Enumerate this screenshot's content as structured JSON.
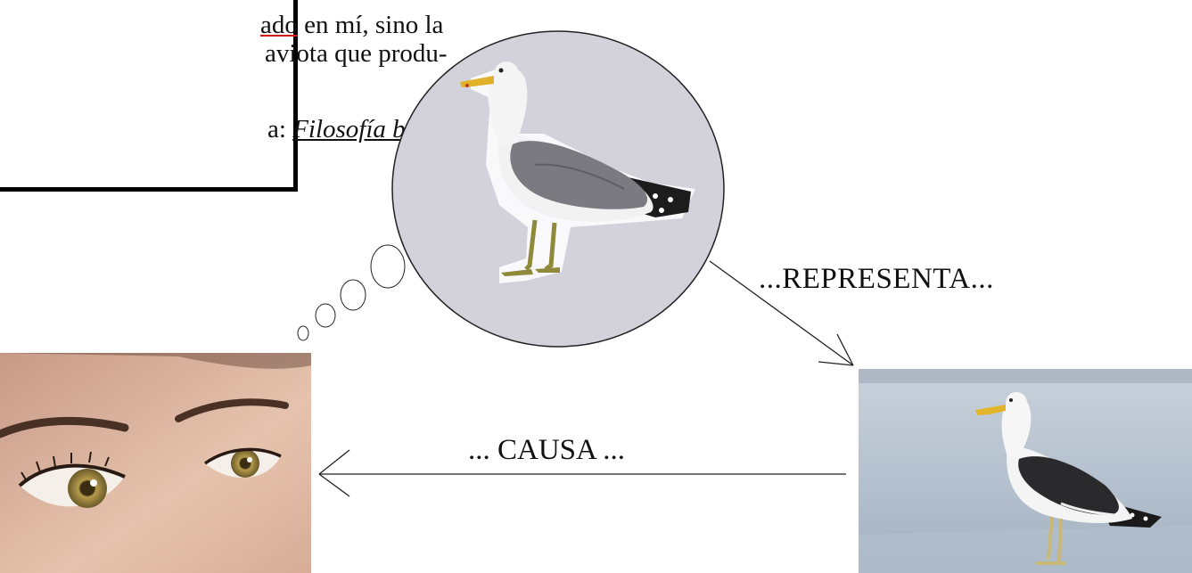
{
  "quote": {
    "line1_underlined": "ado",
    "line1_rest": " en mí, sino la",
    "line2": "aviota que produ-",
    "line3_prefix": "a: ",
    "line3_book": "Filosofía básica"
  },
  "labels": {
    "representa": "...REPRESENTA...",
    "causa": "... CAUSA ..."
  },
  "colors": {
    "thought_bubble_fill": "#d3d1da",
    "sky_bg": "#a9b7c5",
    "skin": "#e2bca6"
  }
}
